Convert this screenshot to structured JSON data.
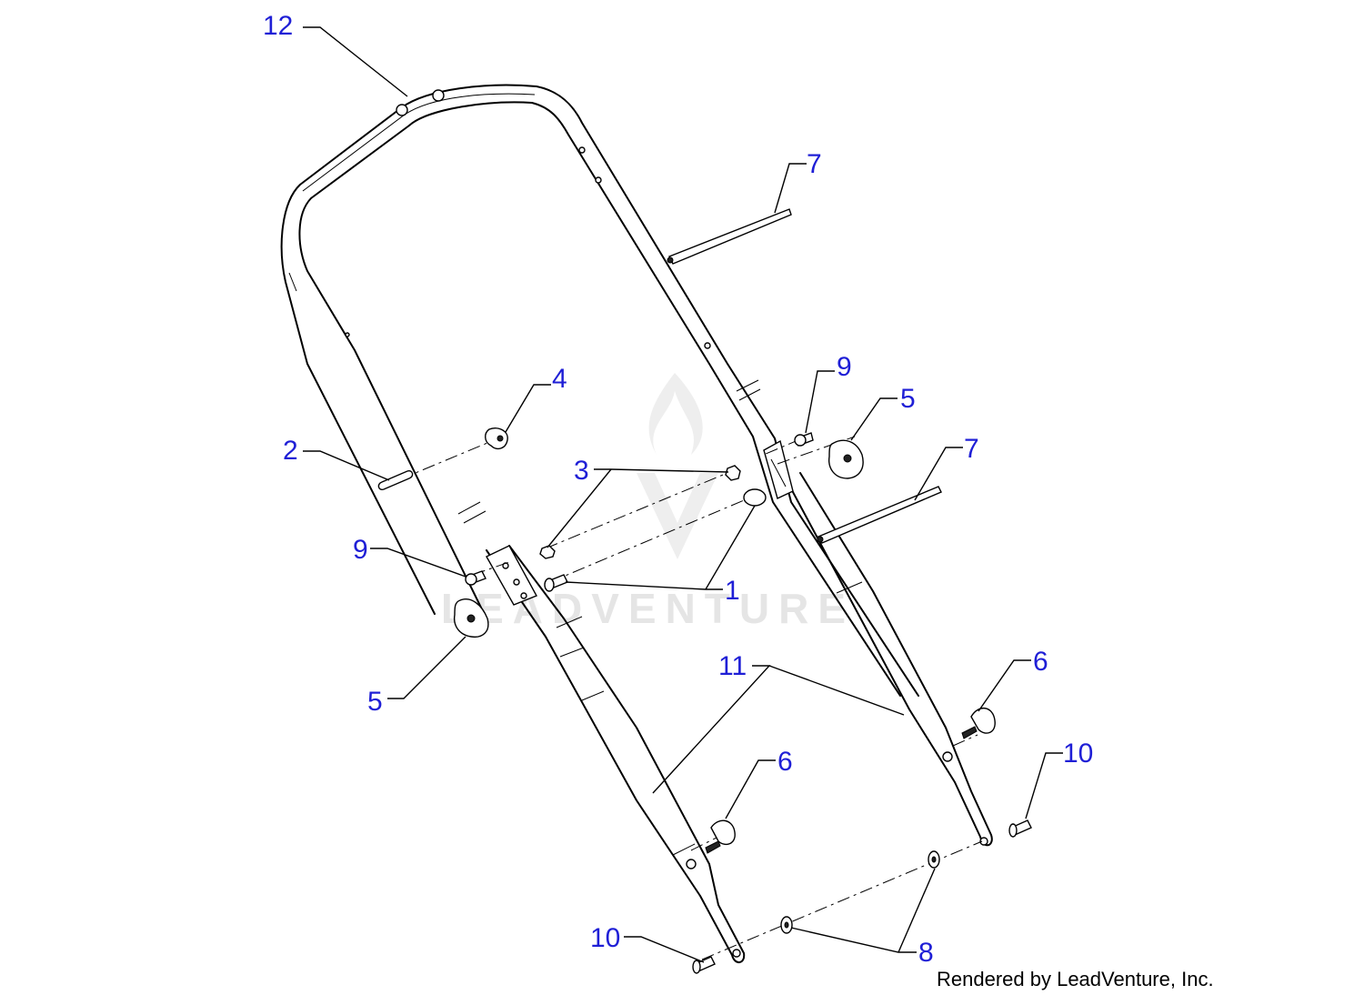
{
  "watermark": {
    "text": "LEADVENTURE"
  },
  "credit": {
    "text": "Rendered by LeadVenture, Inc."
  },
  "colors": {
    "callout": "#1f1fd6",
    "line": "#000000",
    "watermark": "#e3e3e3"
  },
  "callouts": [
    {
      "id": "c12",
      "label": "12"
    },
    {
      "id": "c7a",
      "label": "7"
    },
    {
      "id": "c4",
      "label": "4"
    },
    {
      "id": "c9r",
      "label": "9"
    },
    {
      "id": "c5r",
      "label": "5"
    },
    {
      "id": "c7b",
      "label": "7"
    },
    {
      "id": "c2",
      "label": "2"
    },
    {
      "id": "c3",
      "label": "3"
    },
    {
      "id": "c9l",
      "label": "9"
    },
    {
      "id": "c1",
      "label": "1"
    },
    {
      "id": "c5l",
      "label": "5"
    },
    {
      "id": "c11",
      "label": "11"
    },
    {
      "id": "c6r",
      "label": "6"
    },
    {
      "id": "c6l",
      "label": "6"
    },
    {
      "id": "c10r",
      "label": "10"
    },
    {
      "id": "c10l",
      "label": "10"
    },
    {
      "id": "c8",
      "label": "8"
    }
  ]
}
